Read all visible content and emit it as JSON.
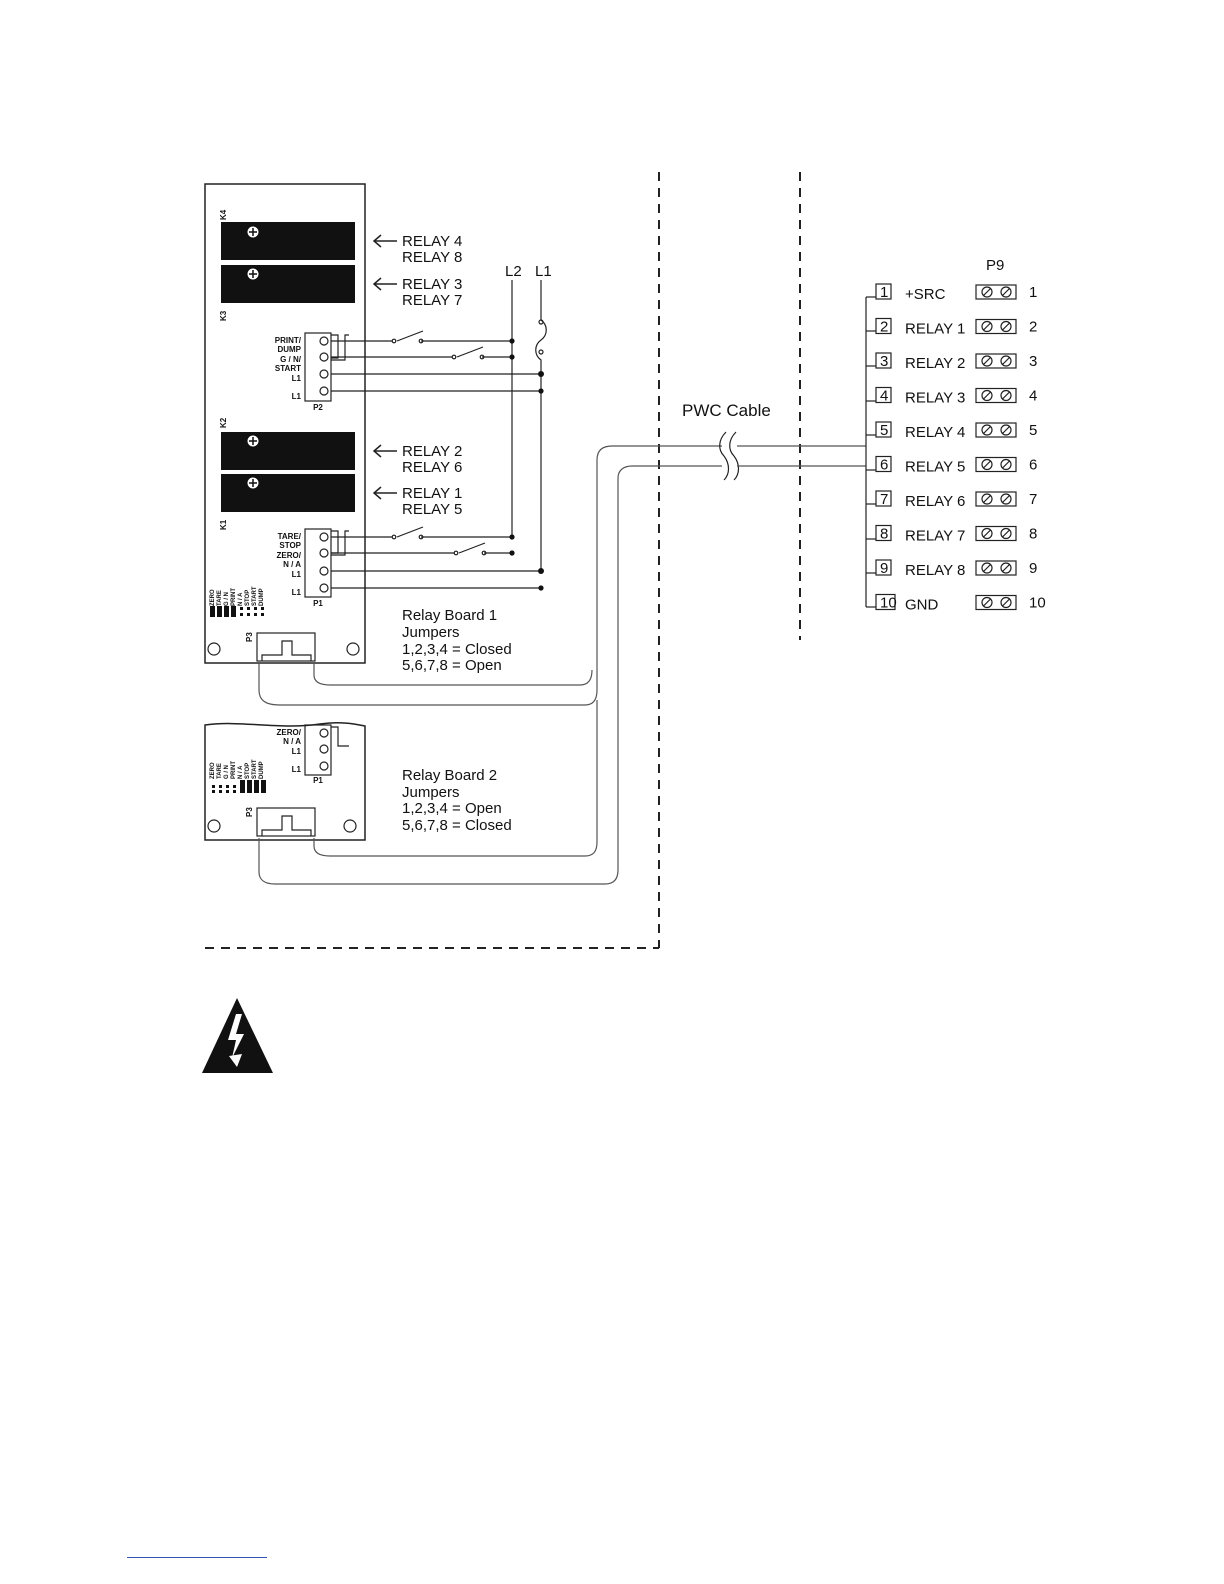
{
  "relay_board_1": {
    "relay_labels": [
      {
        "line1": "RELAY 4",
        "line2": "RELAY 8"
      },
      {
        "line1": "RELAY 3",
        "line2": "RELAY 7"
      },
      {
        "line1": "RELAY 2",
        "line2": "RELAY 6"
      },
      {
        "line1": "RELAY 1",
        "line2": "RELAY 5"
      }
    ],
    "relay_ids": [
      "K4",
      "K3",
      "K2",
      "K1"
    ],
    "p2_pins": [
      "PRINT/",
      "DUMP",
      "G / N/",
      "START",
      "L1",
      "L1"
    ],
    "p2_name": "P2",
    "p1_pins": [
      "TARE/",
      "STOP",
      "ZERO/",
      "N / A",
      "L1",
      "L1"
    ],
    "p1_name": "P1",
    "p3_name": "P3",
    "jumper_functions": [
      "ZERO",
      "TARE",
      "G / N",
      "PRINT",
      "N / A",
      "STOP",
      "START",
      "DUMP"
    ],
    "caption": [
      "Relay Board 1",
      "Jumpers",
      "1,2,3,4 = Closed",
      "5,6,7,8 = Open"
    ]
  },
  "relay_board_2": {
    "p1_pins": [
      "ZERO/",
      "N / A",
      "L1",
      "L1"
    ],
    "p1_name": "P1",
    "p3_name": "P3",
    "jumper_functions": [
      "ZERO",
      "TARE",
      "G / N",
      "PRINT",
      "N / A",
      "STOP",
      "START",
      "DUMP"
    ],
    "caption": [
      "Relay Board 2",
      "Jumpers",
      "1,2,3,4 = Open",
      "5,6,7,8 = Closed"
    ]
  },
  "power_lines": [
    "L2",
    "L1"
  ],
  "cable_label": "PWC Cable",
  "terminal_block": {
    "name": "P9",
    "rows": [
      {
        "num": "1",
        "label": "+SRC",
        "pin": "1"
      },
      {
        "num": "2",
        "label": "RELAY 1",
        "pin": "2"
      },
      {
        "num": "3",
        "label": "RELAY 2",
        "pin": "3"
      },
      {
        "num": "4",
        "label": "RELAY 3",
        "pin": "4"
      },
      {
        "num": "5",
        "label": "RELAY 4",
        "pin": "5"
      },
      {
        "num": "6",
        "label": "RELAY 5",
        "pin": "6"
      },
      {
        "num": "7",
        "label": "RELAY 6",
        "pin": "7"
      },
      {
        "num": "8",
        "label": "RELAY 7",
        "pin": "8"
      },
      {
        "num": "9",
        "label": "RELAY 8",
        "pin": "9"
      },
      {
        "num": "10",
        "label": "GND",
        "pin": "10"
      }
    ]
  },
  "warning_icon": "high-voltage-warning-icon"
}
